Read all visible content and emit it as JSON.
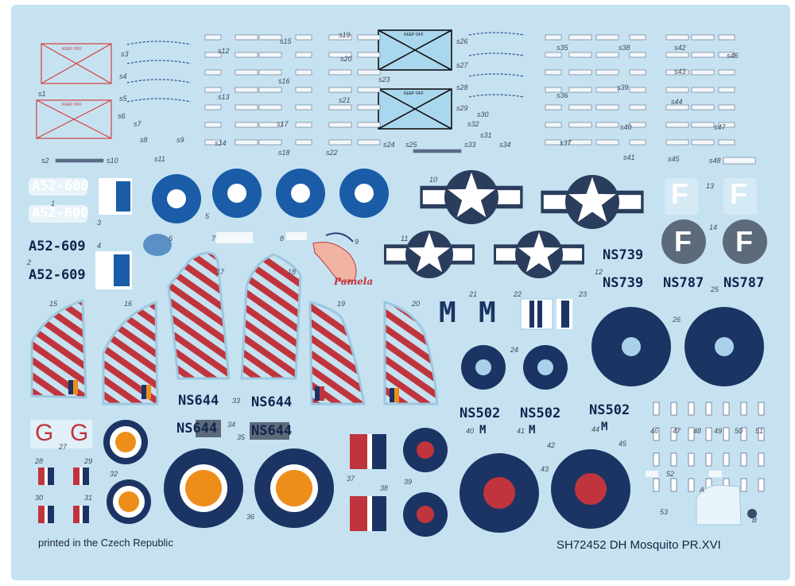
{
  "colors": {
    "decal_film": "#c6e2f1",
    "roundel_blue": "#1b3463",
    "usaf_blue": "#2b3d5c",
    "raf_blue": "#1a5ca7",
    "red": "#c0353d",
    "orange": "#ee8e1a",
    "yellow": "#f2cb3b",
    "grey": "#5d6a7a",
    "white": "#ffffff"
  },
  "footer": {
    "printed_note": "printed in the Czech Republic",
    "product_title": "SH72452 DH Mosquito PR.XVI"
  },
  "serials": {
    "a52_600": "A52-600",
    "a52_609": "A52-609",
    "ns739": "NS739",
    "ns787": "NS787",
    "ns644": "NS644",
    "ns502": "NS502",
    "letter_m": "M",
    "letter_g": "G",
    "letter_f": "F",
    "pamela": "Pamela"
  },
  "stencils": {
    "keep_off": "KEEP OFF"
  },
  "decal_numbers": [
    "1",
    "2",
    "3",
    "4",
    "5",
    "6",
    "7",
    "8",
    "9",
    "10",
    "11",
    "12",
    "13",
    "14",
    "15",
    "16",
    "17",
    "18",
    "19",
    "20",
    "21",
    "22",
    "23",
    "24",
    "25",
    "26",
    "27",
    "28",
    "29",
    "30",
    "31",
    "32",
    "33",
    "34",
    "35",
    "36",
    "37",
    "38",
    "39",
    "40",
    "41",
    "42",
    "43",
    "44",
    "45",
    "46",
    "47",
    "48",
    "49",
    "50",
    "51",
    "52",
    "53",
    "A",
    "B"
  ],
  "stencil_numbers": [
    "s1",
    "s2",
    "s3",
    "s4",
    "s5",
    "s6",
    "s7",
    "s8",
    "s9",
    "s10",
    "s11",
    "s12",
    "s13",
    "s14",
    "s15",
    "s16",
    "s17",
    "s18",
    "s19",
    "s20",
    "s21",
    "s22",
    "s23",
    "s24",
    "s25",
    "s26",
    "s27",
    "s28",
    "s29",
    "s30",
    "s31",
    "s32",
    "s33",
    "s34",
    "s35",
    "s36",
    "s37",
    "s38",
    "s39",
    "s40",
    "s41",
    "s42",
    "s43",
    "s44",
    "s45",
    "s46",
    "s47",
    "s48"
  ]
}
